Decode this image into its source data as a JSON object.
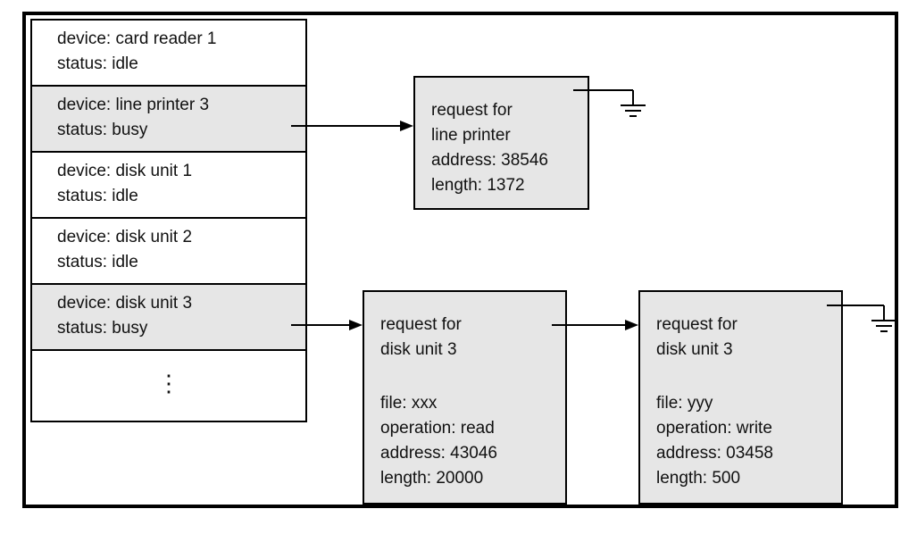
{
  "devices": [
    {
      "device": "device: card reader 1",
      "status": "status: idle",
      "busy": false
    },
    {
      "device": "device: line printer 3",
      "status": "status: busy",
      "busy": true
    },
    {
      "device": "device: disk unit 1",
      "status": "status: idle",
      "busy": false
    },
    {
      "device": "device: disk unit 2",
      "status": "status: idle",
      "busy": false
    },
    {
      "device": "device: disk unit 3",
      "status": "status: busy",
      "busy": true
    }
  ],
  "ellipsis": "⋮",
  "printer_request": {
    "line1": "request for",
    "line2": "line printer",
    "address": "address: 38546",
    "length": "length: 1372"
  },
  "disk_request_1": {
    "line1": "request for",
    "line2": "disk unit 3",
    "file": "file: xxx",
    "operation": "operation: read",
    "address": "address: 43046",
    "length": "length: 20000"
  },
  "disk_request_2": {
    "line1": "request for",
    "line2": "disk unit 3",
    "file": "file: yyy",
    "operation": "operation: write",
    "address": "address: 03458",
    "length": "length: 500"
  },
  "colors": {
    "busy_fill": "#e6e6e6",
    "stroke": "#000000"
  }
}
